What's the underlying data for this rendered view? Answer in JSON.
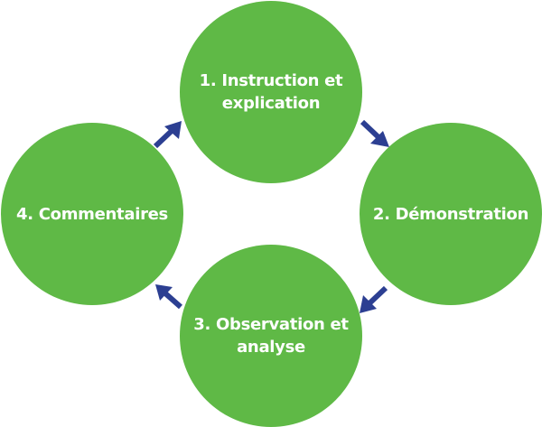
{
  "diagram": {
    "colors": {
      "circle": "#5fb946",
      "arrow": "#2c3f92",
      "text": "#ffffff"
    },
    "nodes": [
      {
        "label": "1. Instruction et explication"
      },
      {
        "label": "2. Démonstration"
      },
      {
        "label": "3. Observation et analyse"
      },
      {
        "label": "4. Commentaires"
      }
    ],
    "edges": [
      {
        "from": 1,
        "to": 2
      },
      {
        "from": 2,
        "to": 3
      },
      {
        "from": 3,
        "to": 4
      },
      {
        "from": 4,
        "to": 1
      }
    ]
  }
}
